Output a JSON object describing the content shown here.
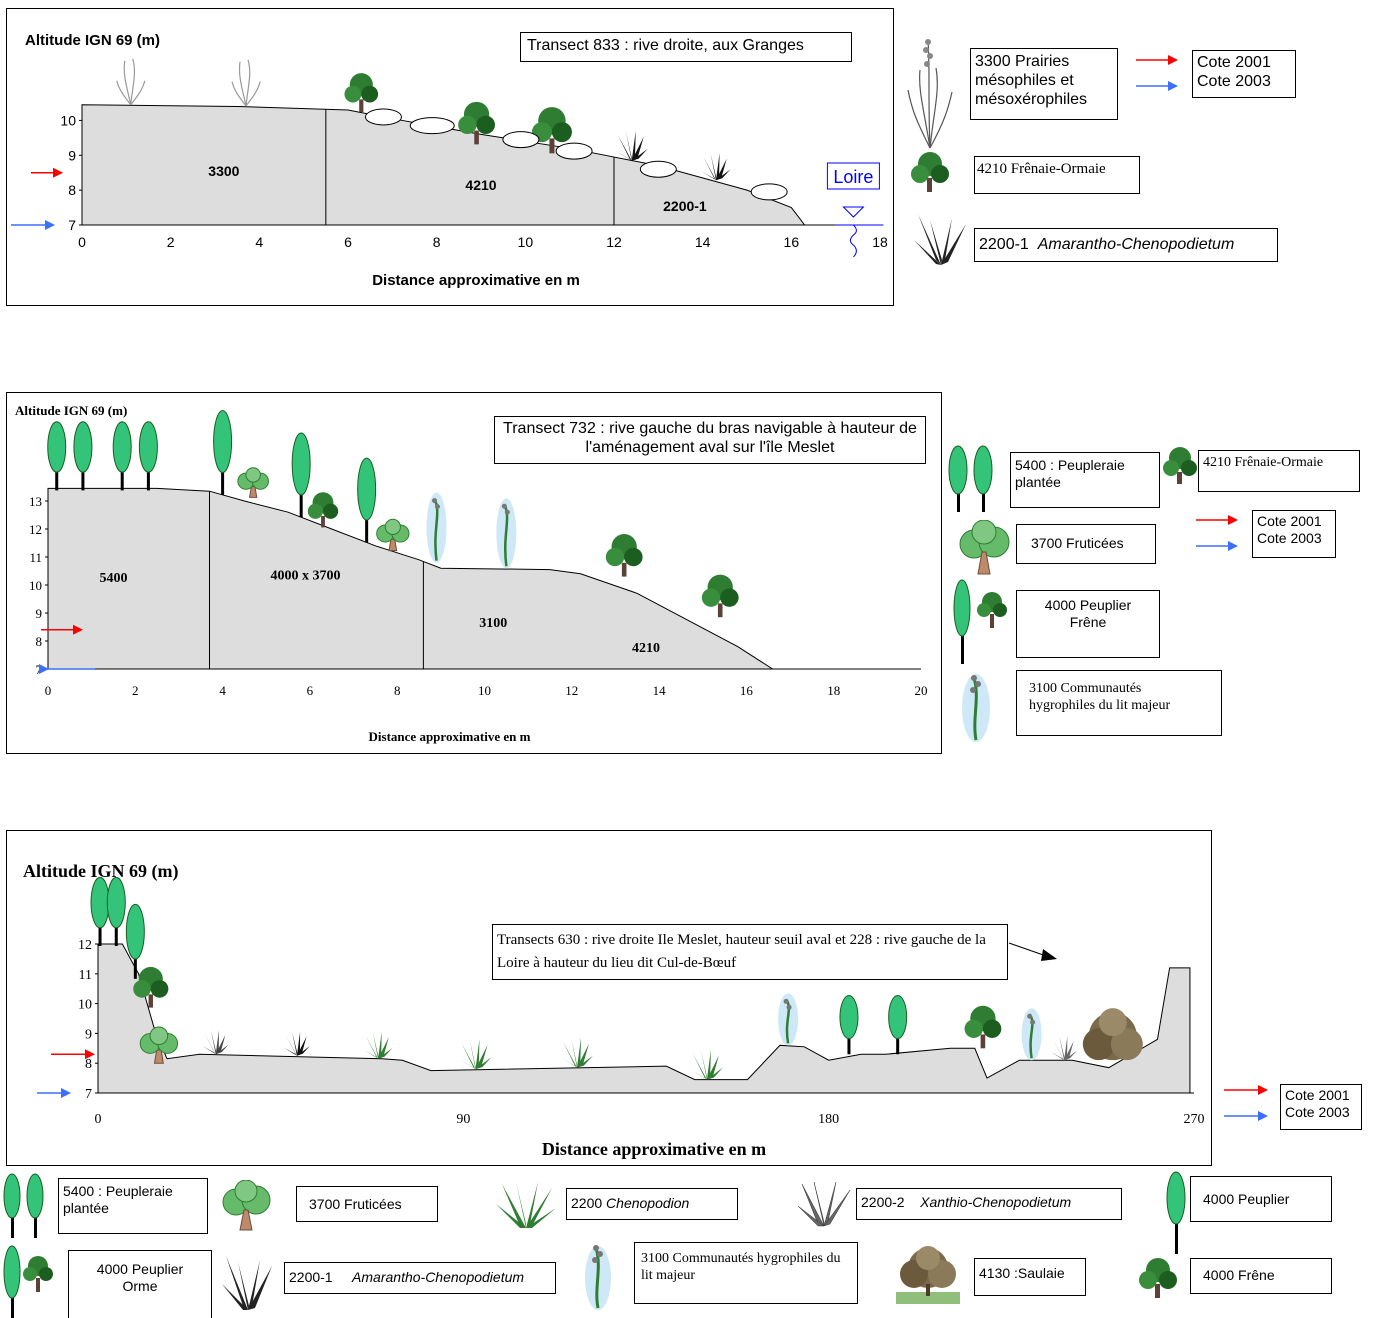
{
  "colors": {
    "fill": "#dddddd",
    "cote2001": "#ff0000",
    "cote2003": "#3b6fff",
    "loire": "#0000ff",
    "tree": "#2e7d32",
    "poplar": "#33c47a"
  },
  "chart_data": [
    {
      "type": "area",
      "title": "Transect 833 : rive droite, aux Granges",
      "ylabel": "Altitude IGN 69 (m)",
      "xlabel": "Distance approximative en m",
      "xlim": [
        0,
        18
      ],
      "ylim": [
        7,
        10.5
      ],
      "xticks": [
        "0",
        "2",
        "4",
        "6",
        "8",
        "10",
        "12",
        "14",
        "16",
        "18"
      ],
      "yticks": [
        "7",
        "8",
        "9",
        "10"
      ],
      "profile": [
        [
          0,
          10.45
        ],
        [
          3.5,
          10.4
        ],
        [
          6,
          10.3
        ],
        [
          7,
          10.05
        ],
        [
          9,
          9.6
        ],
        [
          11,
          9.2
        ],
        [
          13,
          8.7
        ],
        [
          15,
          8.0
        ],
        [
          16,
          7.5
        ],
        [
          16.3,
          7.0
        ]
      ],
      "zone_dividers": [
        5.5,
        12
      ],
      "zones": [
        {
          "label": "3300",
          "x": 3.2,
          "y": 8.4
        },
        {
          "label": "4210",
          "x": 9,
          "y": 8.0
        },
        {
          "label": "2200-1",
          "x": 13.6,
          "y": 7.4
        }
      ],
      "cote_2001_y": 8.5,
      "cote_2003_y": 7.0,
      "loire_label": "Loire"
    },
    {
      "type": "area",
      "title": "Transect 732 : rive gauche du bras navigable à hauteur de l'aménagement aval sur l'île Meslet",
      "ylabel": "Altitude IGN 69 (m)",
      "xlabel": "Distance approximative en m",
      "xlim": [
        0,
        20
      ],
      "ylim": [
        7,
        13.5
      ],
      "xticks": [
        "0",
        "2",
        "4",
        "6",
        "8",
        "10",
        "12",
        "14",
        "16",
        "18",
        "20"
      ],
      "yticks": [
        "7",
        "8",
        "9",
        "10",
        "11",
        "12",
        "13"
      ],
      "profile": [
        [
          0,
          13.45
        ],
        [
          2.5,
          13.45
        ],
        [
          3.7,
          13.35
        ],
        [
          4.5,
          13.0
        ],
        [
          5.5,
          12.6
        ],
        [
          6.5,
          12.0
        ],
        [
          7.5,
          11.4
        ],
        [
          8.5,
          10.9
        ],
        [
          9,
          10.6
        ],
        [
          11.5,
          10.55
        ],
        [
          12.2,
          10.4
        ],
        [
          13.5,
          9.7
        ],
        [
          15.8,
          7.8
        ],
        [
          16.6,
          7.0
        ]
      ],
      "zone_dividers": [
        3.7,
        8.6
      ],
      "zones": [
        {
          "label": "5400",
          "x": 1.5,
          "y": 10.1
        },
        {
          "label": "4000 x 3700",
          "x": 5.9,
          "y": 10.2
        },
        {
          "label": "3100",
          "x": 10.2,
          "y": 8.5
        },
        {
          "label": "4210",
          "x": 13.7,
          "y": 7.6
        }
      ],
      "cote_2001_y": 8.4,
      "cote_2003_y": 7.0
    },
    {
      "type": "area",
      "title": "Transects 630 : rive droite Ile Meslet, hauteur seuil aval et 228 : rive gauche de la Loire à hauteur du lieu dit Cul-de-Bœuf",
      "ylabel": "Altitude IGN 69 (m)",
      "xlabel": "Distance approximative en m",
      "xlim": [
        0,
        270
      ],
      "ylim": [
        7,
        12
      ],
      "xticks": [
        "0",
        "90",
        "180",
        "270"
      ],
      "yticks": [
        "7",
        "8",
        "9",
        "10",
        "11",
        "12"
      ],
      "profile": [
        [
          0,
          12.0
        ],
        [
          6,
          12.0
        ],
        [
          10,
          11.0
        ],
        [
          14,
          9.1
        ],
        [
          17,
          8.15
        ],
        [
          25,
          8.3
        ],
        [
          70,
          8.15
        ],
        [
          75,
          8.1
        ],
        [
          82,
          7.75
        ],
        [
          140,
          7.9
        ],
        [
          147,
          7.45
        ],
        [
          160,
          7.45
        ],
        [
          168,
          8.6
        ],
        [
          174,
          8.55
        ],
        [
          180,
          8.1
        ],
        [
          188,
          8.3
        ],
        [
          194,
          8.3
        ],
        [
          210,
          8.5
        ],
        [
          216,
          8.5
        ],
        [
          219,
          7.5
        ],
        [
          227,
          8.1
        ],
        [
          240,
          8.1
        ],
        [
          249,
          7.85
        ],
        [
          261,
          8.8
        ],
        [
          264,
          11.2
        ],
        [
          269,
          11.2
        ],
        [
          269,
          7.0
        ]
      ],
      "cote_2001_y": 8.3,
      "cote_2003_y": 7.0
    }
  ],
  "legend1": {
    "prairies": "3300 Prairies mésophiles et mésoxérophiles",
    "frenaie": "4210 Frênaie-Ormaie",
    "amaranth_code": "2200-1",
    "amaranth_name": "Amarantho-Chenopodietum",
    "cote2001": "Cote 2001",
    "cote2003": "Cote 2003"
  },
  "legend2": {
    "peupleraie": "5400 : Peupleraie plantée",
    "frenaie": "4210 Frênaie-Ormaie",
    "fruticees": "3700 Fruticées",
    "peuplier_frene_1": "4000 Peuplier",
    "peuplier_frene_2": "Frêne",
    "hygro": "3100 Communautés hygrophiles du lit majeur",
    "cote2001": "Cote 2001",
    "cote2003": "Cote 2003"
  },
  "legend3": {
    "cote2001": "Cote 2001",
    "cote2003": "Cote 2003",
    "peupleraie": "5400 : Peupleraie plantée",
    "fruticees": "3700 Fruticées",
    "chenopodion_code": "2200",
    "chenopodion_name": "Chenopodion",
    "xanthio_code": "2200-2",
    "xanthio_name": "Xanthio-Chenopodietum",
    "peuplier": "4000 Peuplier",
    "peuplier_orme_1": "4000 Peuplier",
    "peuplier_orme_2": "Orme",
    "amaranth_code": "2200-1",
    "amaranth_name": "Amarantho-Chenopodietum",
    "hygro": "3100 Communautés hygrophiles du lit  majeur",
    "saulaie": "4130 :Saulaie",
    "frene": "4000   Frêne"
  }
}
